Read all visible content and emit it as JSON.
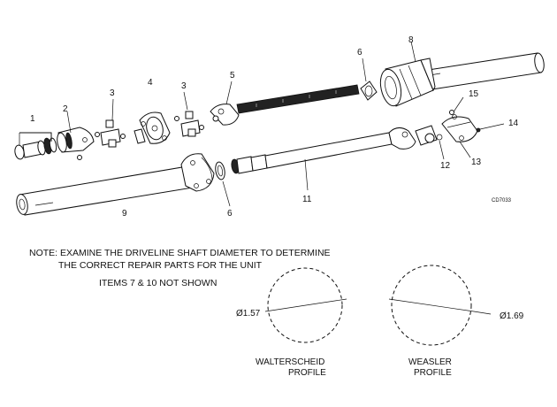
{
  "callouts": {
    "c1": "1",
    "c2": "2",
    "c3a": "3",
    "c3b": "3",
    "c4": "4",
    "c5": "5",
    "c6a": "6",
    "c6b": "6",
    "c8": "8",
    "c9": "9",
    "c11": "11",
    "c12": "12",
    "c13": "13",
    "c14": "14",
    "c15": "15"
  },
  "figure_code": "CD7033",
  "note": {
    "line1": "NOTE: EXAMINE THE DRIVELINE SHAFT DIAMETER TO DETERMINE",
    "line2": "THE CORRECT REPAIR PARTS FOR THE UNIT",
    "line3": "ITEMS 7 & 10 NOT SHOWN"
  },
  "profiles": [
    {
      "diameter": "Ø1.57",
      "name_line1": "WALTERSCHEID",
      "name_line2": "PROFILE"
    },
    {
      "diameter": "Ø1.69",
      "name_line1": "WEASLER",
      "name_line2": "PROFILE"
    }
  ]
}
